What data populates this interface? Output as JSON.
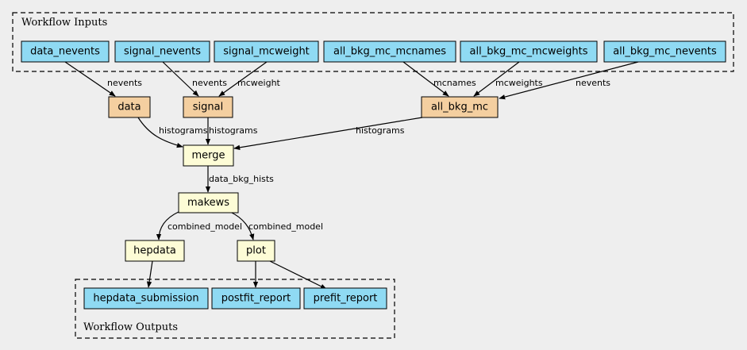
{
  "colors": {
    "background": "#eeeeee",
    "io_fill": "#8fdaf3",
    "stage_fill": "#f4cfa0",
    "op_fill": "#fdfcd6",
    "stroke": "#000000"
  },
  "clusters": {
    "inputs": "Workflow Inputs",
    "outputs": "Workflow Outputs"
  },
  "inputs": {
    "data_nevents": "data_nevents",
    "signal_nevents": "signal_nevents",
    "signal_mcweight": "signal_mcweight",
    "all_bkg_mc_mcnames": "all_bkg_mc_mcnames",
    "all_bkg_mc_mcweights": "all_bkg_mc_mcweights",
    "all_bkg_mc_nevents": "all_bkg_mc_nevents"
  },
  "stages": {
    "data": "data",
    "signal": "signal",
    "all_bkg_mc": "all_bkg_mc"
  },
  "ops": {
    "merge": "merge",
    "makews": "makews",
    "hepdata": "hepdata",
    "plot": "plot"
  },
  "outputs": {
    "hepdata_submission": "hepdata_submission",
    "postfit_report": "postfit_report",
    "prefit_report": "prefit_report"
  },
  "edges": [
    {
      "id": "e1",
      "from": "data_nevents",
      "to": "data",
      "label": "nevents"
    },
    {
      "id": "e2",
      "from": "signal_nevents",
      "to": "signal",
      "label": "nevents"
    },
    {
      "id": "e3",
      "from": "signal_mcweight",
      "to": "signal",
      "label": "mcweight"
    },
    {
      "id": "e4",
      "from": "all_bkg_mc_mcnames",
      "to": "all_bkg_mc",
      "label": "mcnames"
    },
    {
      "id": "e5",
      "from": "all_bkg_mc_mcweights",
      "to": "all_bkg_mc",
      "label": "mcweights"
    },
    {
      "id": "e6",
      "from": "all_bkg_mc_nevents",
      "to": "all_bkg_mc",
      "label": "nevents"
    },
    {
      "id": "e7",
      "from": "data",
      "to": "merge",
      "label": "histograms"
    },
    {
      "id": "e8",
      "from": "signal",
      "to": "merge",
      "label": "histograms"
    },
    {
      "id": "e9",
      "from": "all_bkg_mc",
      "to": "merge",
      "label": "histograms"
    },
    {
      "id": "e10",
      "from": "merge",
      "to": "makews",
      "label": "data_bkg_hists"
    },
    {
      "id": "e11",
      "from": "makews",
      "to": "hepdata",
      "label": "combined_model"
    },
    {
      "id": "e12",
      "from": "makews",
      "to": "plot",
      "label": "combined_model"
    },
    {
      "id": "e13",
      "from": "hepdata",
      "to": "hepdata_submission",
      "label": ""
    },
    {
      "id": "e14",
      "from": "plot",
      "to": "postfit_report",
      "label": ""
    },
    {
      "id": "e15",
      "from": "plot",
      "to": "prefit_report",
      "label": ""
    }
  ]
}
